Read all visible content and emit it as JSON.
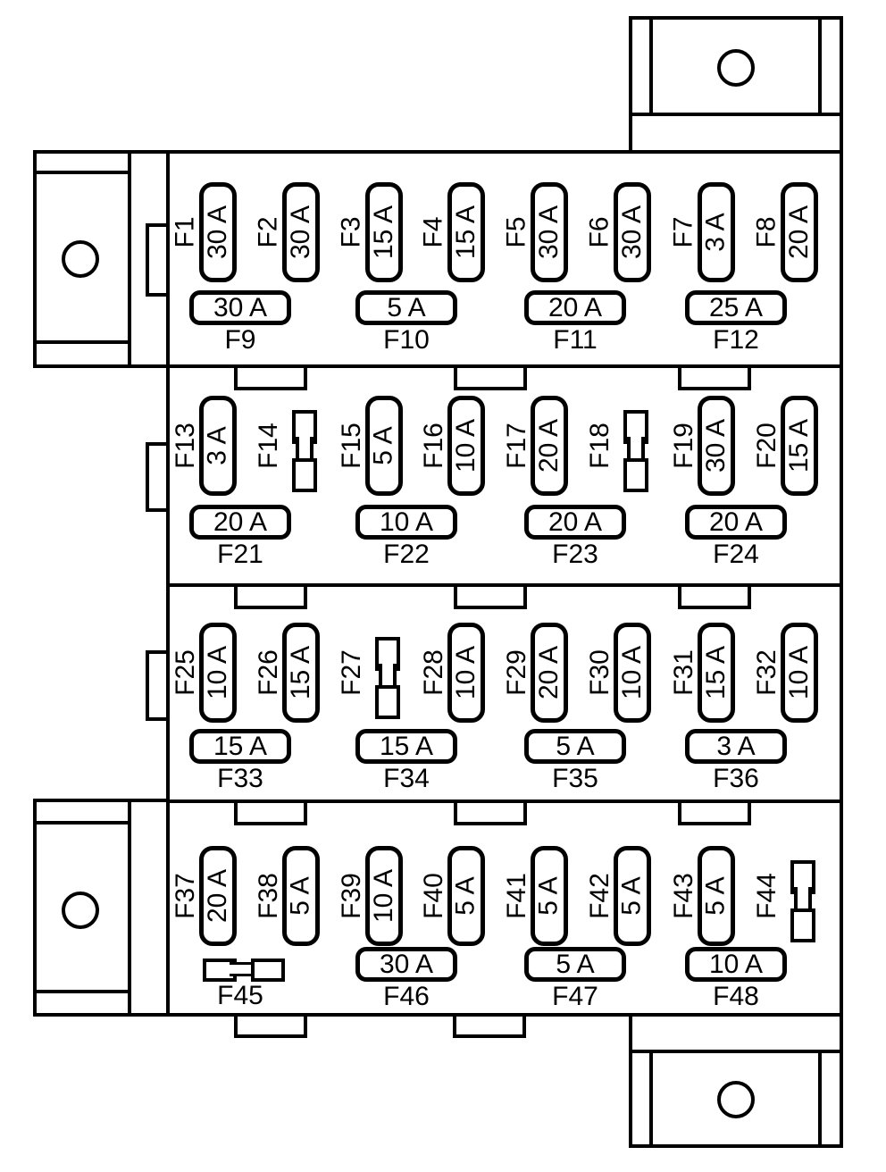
{
  "diagram": {
    "kind": "fuse-box-layout",
    "line_color": "#000000",
    "background_color": "#ffffff",
    "mounting_holes": 4
  },
  "sections": [
    {
      "vertical": [
        {
          "id": "F1",
          "amp": "30 A",
          "kind": "fuse"
        },
        {
          "id": "F2",
          "amp": "30 A",
          "kind": "fuse"
        },
        {
          "id": "F3",
          "amp": "15 A",
          "kind": "fuse"
        },
        {
          "id": "F4",
          "amp": "15 A",
          "kind": "fuse"
        },
        {
          "id": "F5",
          "amp": "30 A",
          "kind": "fuse"
        },
        {
          "id": "F6",
          "amp": "30 A",
          "kind": "fuse"
        },
        {
          "id": "F7",
          "amp": "3 A",
          "kind": "fuse"
        },
        {
          "id": "F8",
          "amp": "20 A",
          "kind": "fuse"
        }
      ],
      "horizontal": [
        {
          "id": "F9",
          "amp": "30 A",
          "kind": "fuse"
        },
        {
          "id": "F10",
          "amp": "5 A",
          "kind": "fuse"
        },
        {
          "id": "F11",
          "amp": "20 A",
          "kind": "fuse"
        },
        {
          "id": "F12",
          "amp": "25 A",
          "kind": "fuse"
        }
      ]
    },
    {
      "vertical": [
        {
          "id": "F13",
          "amp": "3 A",
          "kind": "fuse"
        },
        {
          "id": "F14",
          "kind": "spare"
        },
        {
          "id": "F15",
          "amp": "5 A",
          "kind": "fuse"
        },
        {
          "id": "F16",
          "amp": "10 A",
          "kind": "fuse"
        },
        {
          "id": "F17",
          "amp": "20 A",
          "kind": "fuse"
        },
        {
          "id": "F18",
          "kind": "spare"
        },
        {
          "id": "F19",
          "amp": "30 A",
          "kind": "fuse"
        },
        {
          "id": "F20",
          "amp": "15 A",
          "kind": "fuse"
        }
      ],
      "horizontal": [
        {
          "id": "F21",
          "amp": "20 A",
          "kind": "fuse"
        },
        {
          "id": "F22",
          "amp": "10 A",
          "kind": "fuse"
        },
        {
          "id": "F23",
          "amp": "20 A",
          "kind": "fuse"
        },
        {
          "id": "F24",
          "amp": "20 A",
          "kind": "fuse"
        }
      ]
    },
    {
      "vertical": [
        {
          "id": "F25",
          "amp": "10 A",
          "kind": "fuse"
        },
        {
          "id": "F26",
          "amp": "15 A",
          "kind": "fuse"
        },
        {
          "id": "F27",
          "kind": "spare"
        },
        {
          "id": "F28",
          "amp": "10 A",
          "kind": "fuse"
        },
        {
          "id": "F29",
          "amp": "20 A",
          "kind": "fuse"
        },
        {
          "id": "F30",
          "amp": "10 A",
          "kind": "fuse"
        },
        {
          "id": "F31",
          "amp": "15 A",
          "kind": "fuse"
        },
        {
          "id": "F32",
          "amp": "10 A",
          "kind": "fuse"
        }
      ],
      "horizontal": [
        {
          "id": "F33",
          "amp": "15 A",
          "kind": "fuse"
        },
        {
          "id": "F34",
          "amp": "15 A",
          "kind": "fuse"
        },
        {
          "id": "F35",
          "amp": "5 A",
          "kind": "fuse"
        },
        {
          "id": "F36",
          "amp": "3 A",
          "kind": "fuse"
        }
      ]
    },
    {
      "vertical": [
        {
          "id": "F37",
          "amp": "20 A",
          "kind": "fuse"
        },
        {
          "id": "F38",
          "amp": "5 A",
          "kind": "fuse"
        },
        {
          "id": "F39",
          "amp": "10 A",
          "kind": "fuse"
        },
        {
          "id": "F40",
          "amp": "5 A",
          "kind": "fuse"
        },
        {
          "id": "F41",
          "amp": "5 A",
          "kind": "fuse"
        },
        {
          "id": "F42",
          "amp": "5 A",
          "kind": "fuse"
        },
        {
          "id": "F43",
          "amp": "5 A",
          "kind": "fuse"
        },
        {
          "id": "F44",
          "kind": "spare"
        }
      ],
      "horizontal": [
        {
          "id": "F45",
          "kind": "spare"
        },
        {
          "id": "F46",
          "amp": "30 A",
          "kind": "fuse"
        },
        {
          "id": "F47",
          "amp": "5 A",
          "kind": "fuse"
        },
        {
          "id": "F48",
          "amp": "10 A",
          "kind": "fuse"
        }
      ]
    }
  ]
}
